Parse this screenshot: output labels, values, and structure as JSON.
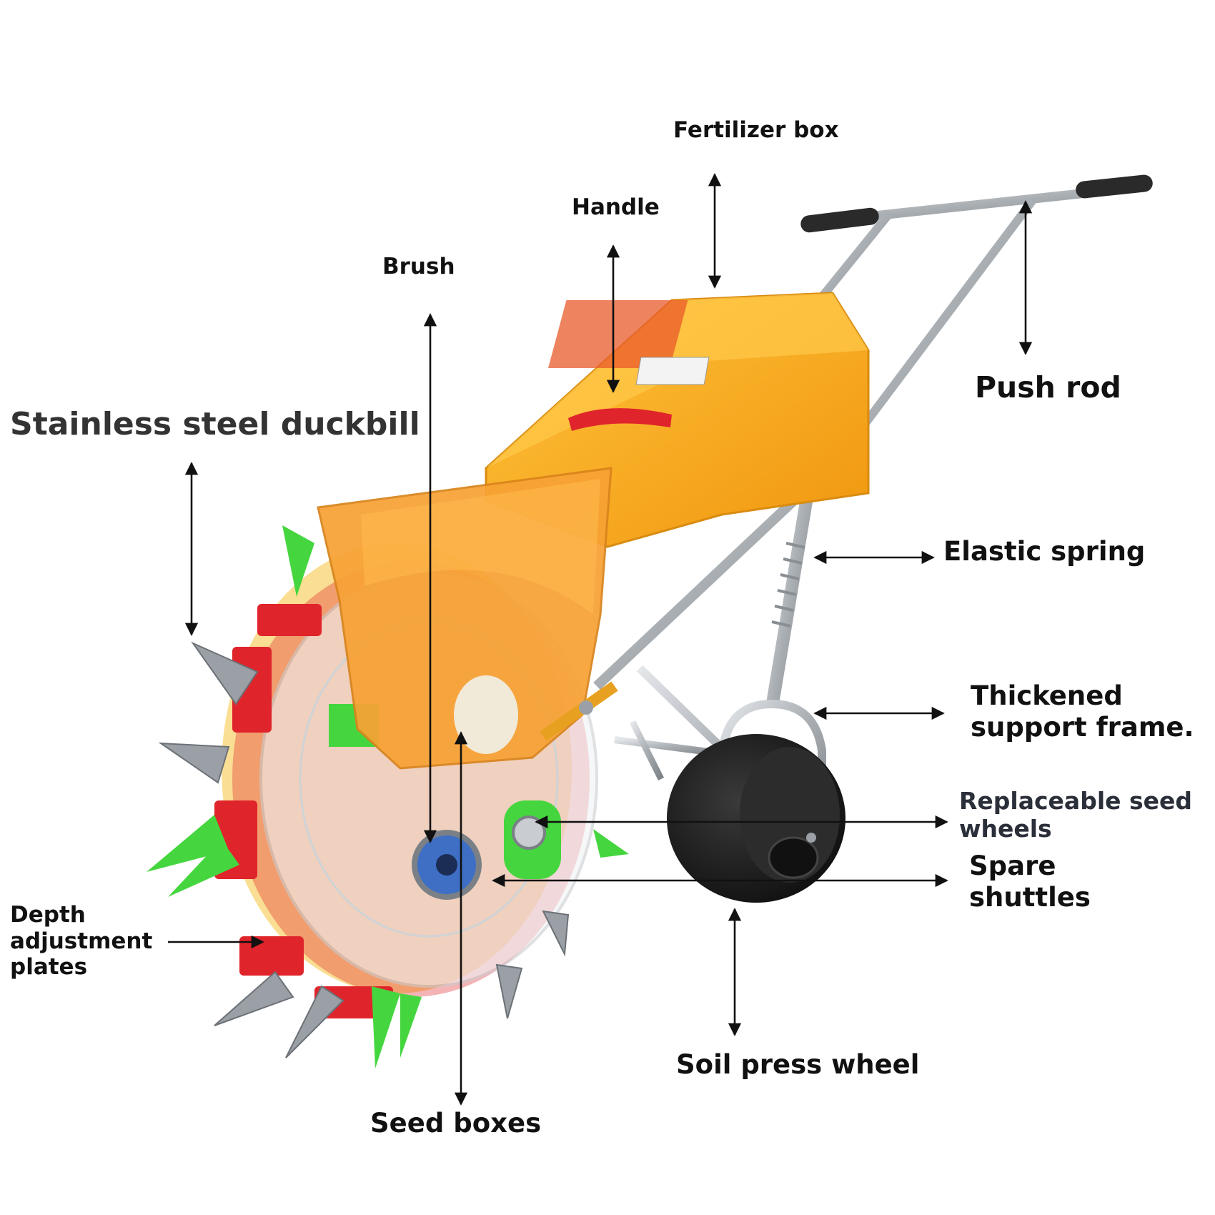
{
  "labels": {
    "fertilizer_box": "Fertilizer box",
    "handle": "Handle",
    "brush": "Brush",
    "push_rod": "Push rod",
    "stainless_steel_duckbill": "Stainless steel duckbill",
    "elastic_spring": "Elastic spring",
    "thickened_support_frame": "Thickened\nsupport frame.",
    "replaceable_seed_wheels": "Replaceable seed\nwheels",
    "spare_shuttles": "Spare\nshuttles",
    "depth_adjustment_plates": "Depth\nadjustment\nplates",
    "soil_press_wheel": "Soil press wheel",
    "seed_boxes": "Seed boxes"
  },
  "colors": {
    "fertilizer_box": "#f8ab1c",
    "seed_hopper": "#f7a235",
    "frame_steel": "#b8bdc2",
    "grips": "#2a2a2a",
    "press_wheel": "#1c1c1c",
    "green_parts": "#45d63f",
    "red_parts": "#e0242b",
    "yellow_parts": "#f5c23a",
    "duckbill_steel": "#9aa0a6",
    "arrows": "#111111"
  }
}
